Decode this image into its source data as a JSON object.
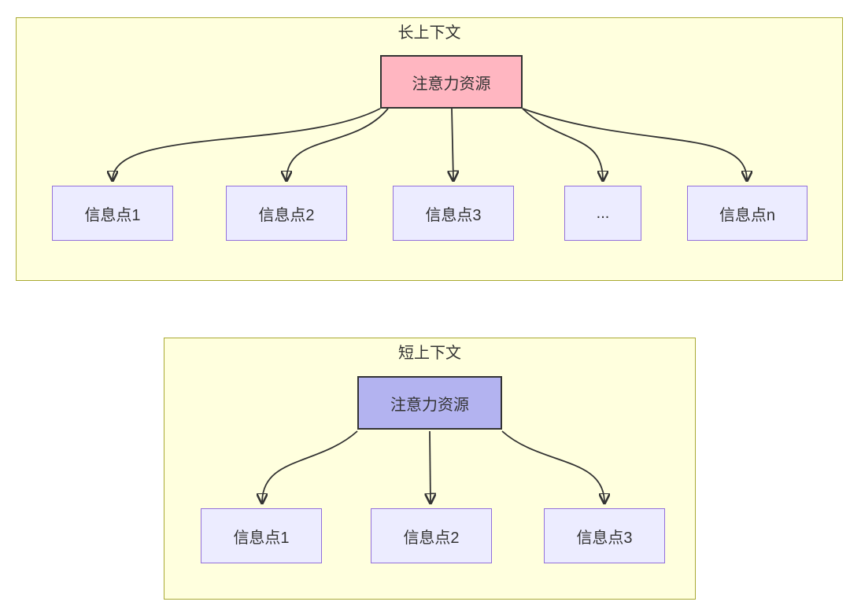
{
  "diagram": {
    "panels": [
      {
        "title": "长上下文",
        "attention": {
          "label": "注意力资源",
          "fill": "#ffb6c1"
        },
        "items": [
          "信息点1",
          "信息点2",
          "信息点3",
          "...",
          "信息点n"
        ]
      },
      {
        "title": "短上下文",
        "attention": {
          "label": "注意力资源",
          "fill": "#b3b3f0"
        },
        "items": [
          "信息点1",
          "信息点2",
          "信息点3"
        ]
      }
    ],
    "colors": {
      "panel_fill": "#ffffde",
      "panel_border": "#aaaa33",
      "info_fill": "#ececff",
      "info_border": "#9370db",
      "attention_long_fill": "#ffb6c1",
      "attention_short_fill": "#b3b3f0",
      "attention_border": "#333333",
      "arrow_line": "#333333",
      "text": "#333333"
    }
  }
}
